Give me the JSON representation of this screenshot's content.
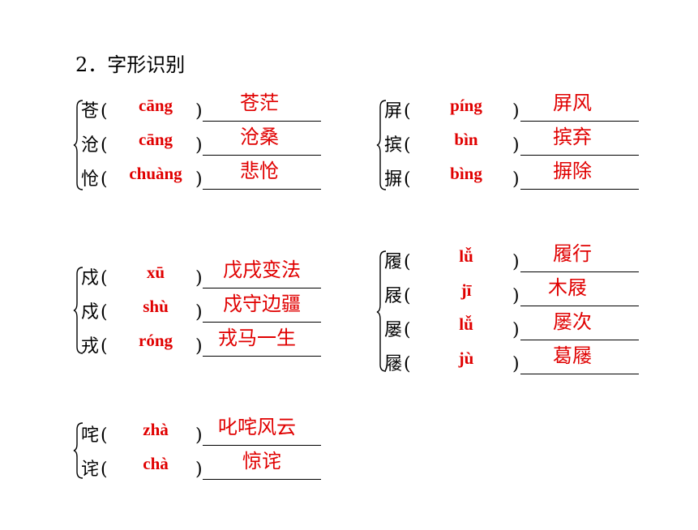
{
  "title": "2．字形识别",
  "groups": [
    {
      "items": [
        {
          "char": "苍",
          "pinyin": "cāng",
          "answer": "苍茫"
        },
        {
          "char": "沧",
          "pinyin": "cāng",
          "answer": "沧桑"
        },
        {
          "char": "怆",
          "pinyin": "chuàng",
          "answer": "悲怆"
        }
      ]
    },
    {
      "items": [
        {
          "char": "屏",
          "pinyin": "píng",
          "answer": "屏风"
        },
        {
          "char": "摈",
          "pinyin": "bìn",
          "answer": "摈弃"
        },
        {
          "char": "摒",
          "pinyin": "bìng",
          "answer": "摒除"
        }
      ]
    },
    {
      "items": [
        {
          "char": "戍",
          "pinyin": "xū",
          "answer": "戊戌变法"
        },
        {
          "char": "戍",
          "pinyin": "shù",
          "answer": "戍守边疆"
        },
        {
          "char": "戎",
          "pinyin": "róng",
          "answer": "戎马一生"
        }
      ]
    },
    {
      "items": [
        {
          "char": "履",
          "pinyin": "lǚ",
          "answer": "履行"
        },
        {
          "char": "屐",
          "pinyin": "jī",
          "answer": "木屐"
        },
        {
          "char": "屡",
          "pinyin": "lǚ",
          "answer": "屡次"
        },
        {
          "char": "屦",
          "pinyin": "jù",
          "answer": "葛屦"
        }
      ]
    },
    {
      "items": [
        {
          "char": "咤",
          "pinyin": "zhà",
          "answer": "叱咤风云"
        },
        {
          "char": "诧",
          "pinyin": "chà",
          "answer": "惊诧"
        }
      ]
    }
  ],
  "punct": {
    "open": "(",
    "close": ")"
  }
}
